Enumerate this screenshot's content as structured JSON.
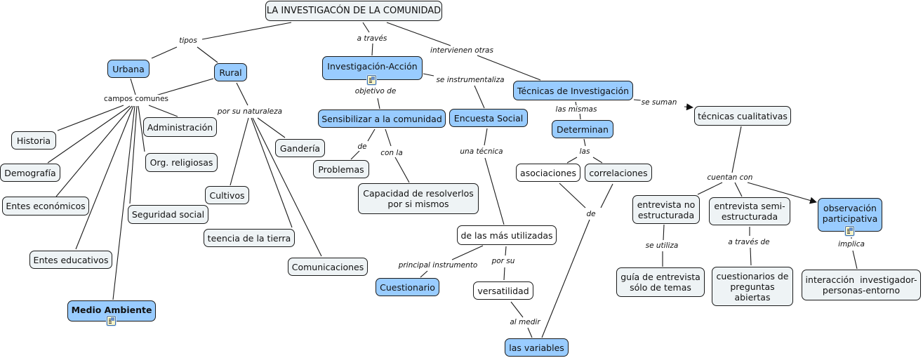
{
  "title": "LA INVESTIGACÓN DE LA COMUNIDAD",
  "colors": {
    "concept_blue": "#99CCFF",
    "concept_light": "#EEF3F5",
    "concept_white": "#FFFFFF",
    "line": "#1A1A1A"
  },
  "nodes": {
    "root": "LA INVESTIGACÓN DE LA COMUNIDAD",
    "urbana": "Urbana",
    "rural": "Rural",
    "historia": "Historia",
    "demografia": "Demografía",
    "entes_economicos": "Entes económicos",
    "entes_educativos": "Entes educativos",
    "medio_ambiente": "Medio Ambiente",
    "administracion": "Administración",
    "org_religiosas": "Org. religiosas",
    "seguridad_social": "Seguridad social",
    "cultivos": "Cultivos",
    "teencia": "teencia de la tierra",
    "comunicaciones": "Comunicaciones",
    "ganderia": "Gandería",
    "investigacion_accion": "Investigación-Acción",
    "sensibilizar": "Sensibilizar a la comunidad",
    "problemas": "Problemas",
    "capacidad_1": "Capacidad de resolverlos",
    "capacidad_2": "por si mismos",
    "encuesta_social": "Encuesta Social",
    "mas_utilizadas": "de las más utilizadas",
    "cuestionario": "Cuestionario",
    "versatilidad": "versatilidad",
    "las_variables": "las variables",
    "tecnicas_investigacion": "Técnicas de Investigación",
    "determinan": "Determinan",
    "asociaciones": "asociaciones",
    "correlaciones": "correlaciones",
    "tecnicas_cualitativas": "técnicas cualitativas",
    "entrevista_no_1": "entrevista no",
    "entrevista_no_2": "estructurada",
    "entrevista_semi_1": "entrevista semi-",
    "entrevista_semi_2": "estructurada",
    "observacion_1": "observación",
    "observacion_2": "participativa",
    "guia_1": "guía de entrevista",
    "guia_2": "sólo de temas",
    "cuestionarios_1": "cuestionarios de",
    "cuestionarios_2": "preguntas",
    "cuestionarios_3": "abiertas",
    "interaccion_1": "interacción  investigador-",
    "interaccion_2": "personas-entorno"
  },
  "links": {
    "tipos": "tipos",
    "campos_comunes": "campos comunes",
    "por_su_naturaleza": "por su naturaleza",
    "a_traves": "a través",
    "intervienen_otras": "intervienen otras",
    "objetivo_de": "objetivo de",
    "se_instrumentaliza": "se instrumentaliza",
    "de": "de",
    "con_la": "con la",
    "una_tecnica": "una técnica",
    "principal_instrumento": "principal instrumento",
    "por_su": "por su",
    "al_medir": "al medir",
    "las_mismas": "las mismas",
    "las": "las",
    "de_2": "de",
    "se_suman": "se suman",
    "cuentan_con": "cuentan con",
    "se_utiliza": "se utiliza",
    "a_traves_de": "a través de",
    "implica": "implica"
  },
  "icons": [
    "resource-document-icon",
    "arrowhead-icon"
  ]
}
